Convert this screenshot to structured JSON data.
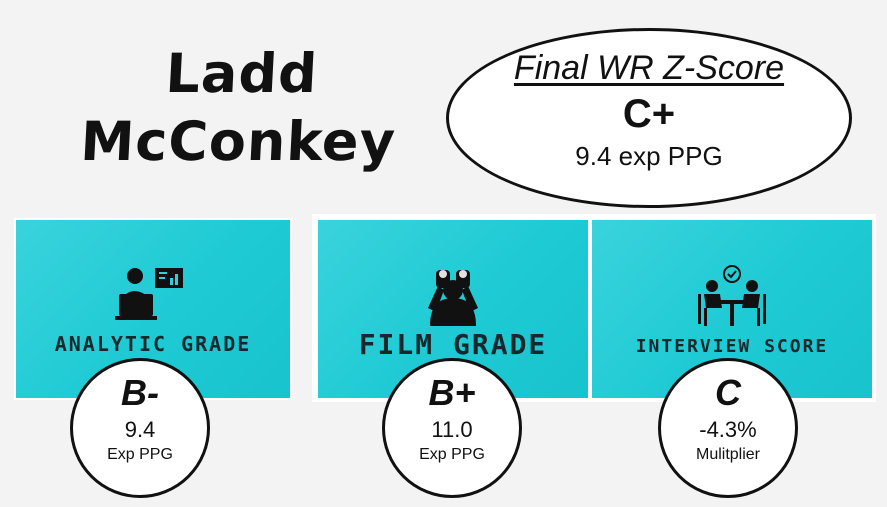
{
  "player": {
    "first_name": "Ladd",
    "last_name": "McConkey"
  },
  "final": {
    "title": "Final WR Z-Score",
    "grade": "C+",
    "value": "9.4 exp PPG"
  },
  "cards": [
    {
      "label": "ANALYTIC GRADE",
      "icon": "analyst-laptop-icon",
      "grade": "B-",
      "value": "9.4",
      "unit": "Exp PPG"
    },
    {
      "label": "FILM GRADE",
      "icon": "binoculars-icon",
      "grade": "B+",
      "value": "11.0",
      "unit": "Exp PPG"
    },
    {
      "label": "INTERVIEW SCORE",
      "icon": "interview-table-icon",
      "grade": "C",
      "value": "-4.3%",
      "unit": "Mulitplier"
    }
  ],
  "colors": {
    "panel": "#1ecad4",
    "ink": "#111111",
    "background": "#f3f3f3"
  }
}
